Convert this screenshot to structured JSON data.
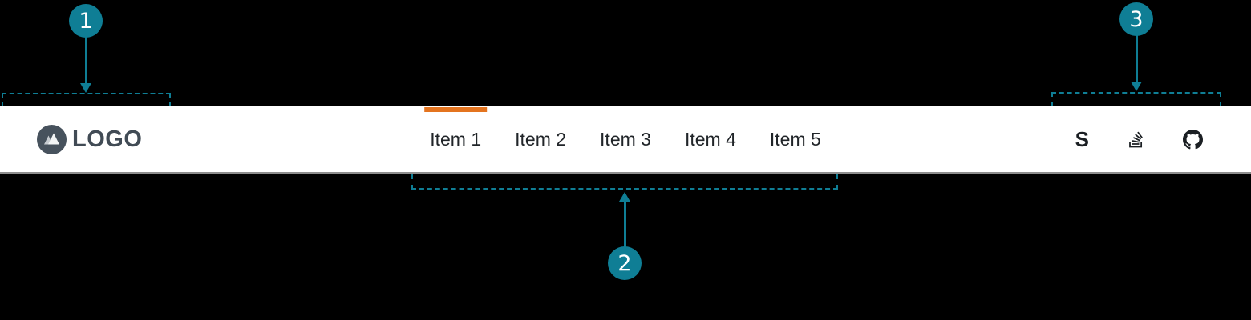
{
  "navbar": {
    "logo": {
      "text": "LOGO"
    },
    "menu": {
      "items": [
        {
          "label": "Item 1",
          "active": true
        },
        {
          "label": "Item 2",
          "active": false
        },
        {
          "label": "Item 3",
          "active": false
        },
        {
          "label": "Item 4",
          "active": false
        },
        {
          "label": "Item 5",
          "active": false
        }
      ]
    },
    "social": {
      "s_glyph": "S",
      "icons": [
        "stack-exchange-icon",
        "stack-overflow-icon",
        "github-icon"
      ]
    }
  },
  "annotations": {
    "markers": [
      {
        "number": "1",
        "target": "logo-region"
      },
      {
        "number": "2",
        "target": "menu-region"
      },
      {
        "number": "3",
        "target": "social-icons-region"
      }
    ]
  },
  "colors": {
    "background": "#000000",
    "navbar_background": "#FFFFFF",
    "navbar_border": "#8E8E8E",
    "annotation_teal": "#0F7E95",
    "active_indicator_orange": "#E4741F",
    "logo_slate": "#47525D",
    "nav_text": "#212529",
    "icon_dark": "#1B1F23"
  }
}
